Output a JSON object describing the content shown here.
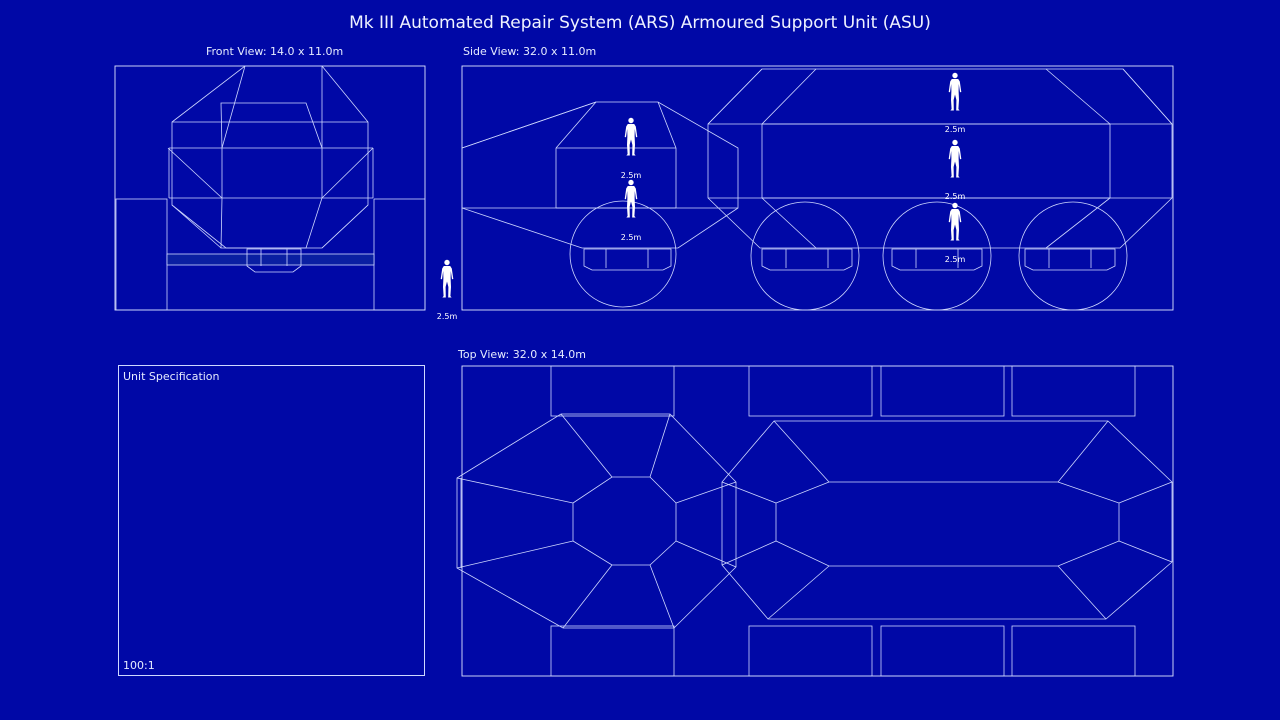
{
  "title": "Mk III Automated Repair System (ARS) Armoured Support Unit (ASU)",
  "views": {
    "front": {
      "label": "Front View: 14.0 x 11.0m"
    },
    "side": {
      "label": "Side View: 32.0 x 11.0m"
    },
    "top": {
      "label": "Top View: 32.0 x 14.0m"
    }
  },
  "scale_figure_label": "2.5m",
  "spec_panel": {
    "title": "Unit Specification",
    "scale": "100:1"
  },
  "colors": {
    "background": "#0008a6",
    "line": "#cfd8ff",
    "figure": "#ffffff"
  }
}
